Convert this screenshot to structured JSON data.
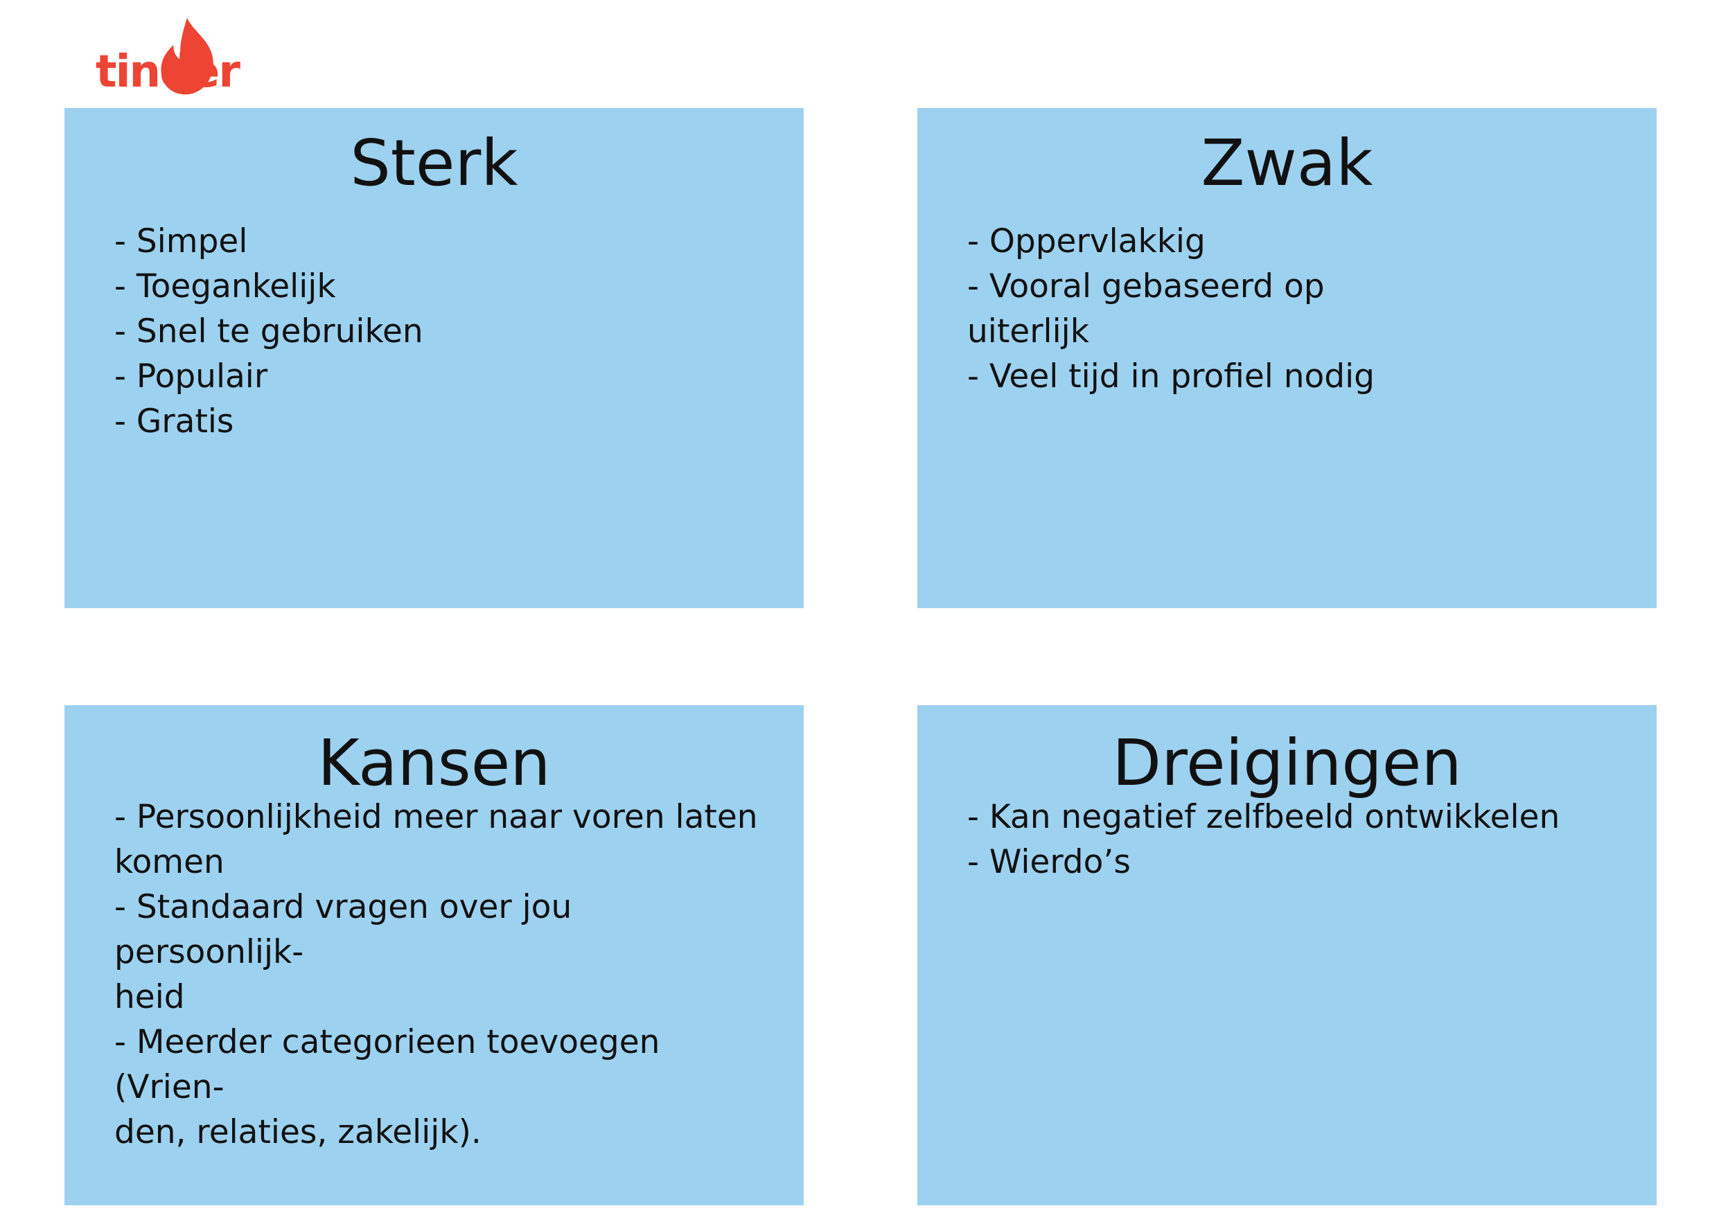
{
  "logo": {
    "text": "tinder",
    "color": "#ee4433"
  },
  "colors": {
    "box_background": "#9dd1f0",
    "text": "#111111"
  },
  "quadrants": [
    {
      "id": "sterk",
      "title": "Sterk",
      "items": [
        "- Simpel",
        "- Toegankelijk",
        "- Snel te gebruiken",
        "- Populair",
        "- Gratis"
      ]
    },
    {
      "id": "zwak",
      "title": "Zwak",
      "items": [
        "- Oppervlakkig",
        "- Vooral gebaseerd op\nuiterlijk",
        "- Veel tijd in profiel nodig"
      ]
    },
    {
      "id": "kansen",
      "title": "Kansen",
      "items": [
        "- Persoonlijkheid meer naar voren laten\nkomen",
        "- Standaard vragen over jou persoonlijk-\nheid",
        "- Meerder categorieen toevoegen (Vrien-\nden, relaties, zakelijk)."
      ]
    },
    {
      "id": "dreigingen",
      "title": "Dreigingen",
      "items": [
        "- Kan negatief zelfbeeld ontwikkelen",
        "- Wierdo’s"
      ]
    }
  ]
}
